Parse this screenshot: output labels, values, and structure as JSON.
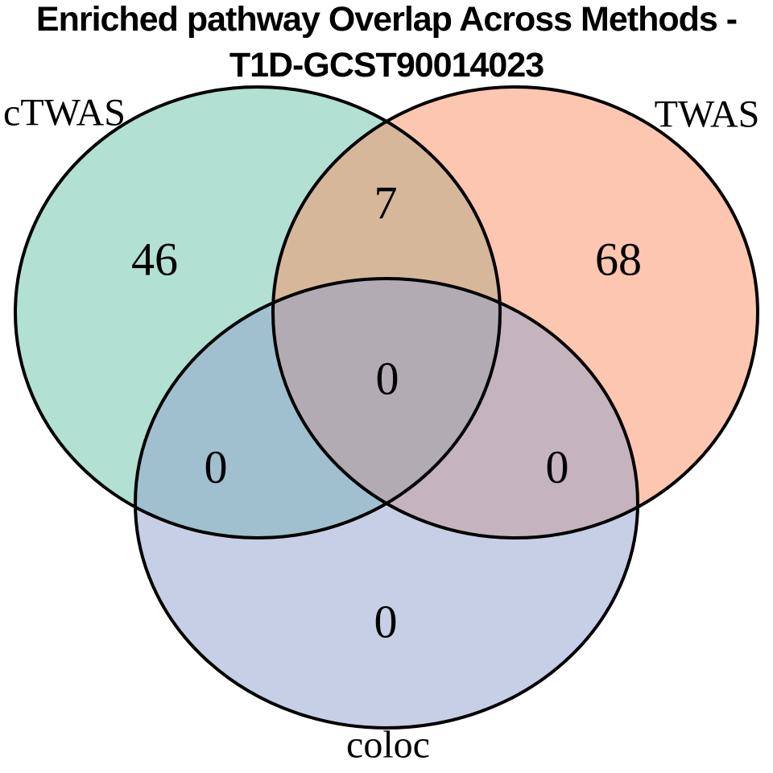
{
  "title": {
    "line1": "Enriched pathway Overlap Across Methods -",
    "line2": "T1D-GCST90014023"
  },
  "chart_data": {
    "type": "venn",
    "title": "Enriched pathway Overlap Across Methods - T1D-GCST90014023",
    "sets": [
      "cTWAS",
      "TWAS",
      "coloc"
    ],
    "regions": [
      {
        "sets": [
          "cTWAS"
        ],
        "value": 46
      },
      {
        "sets": [
          "TWAS"
        ],
        "value": 68
      },
      {
        "sets": [
          "coloc"
        ],
        "value": 0
      },
      {
        "sets": [
          "cTWAS",
          "TWAS"
        ],
        "value": 7
      },
      {
        "sets": [
          "cTWAS",
          "coloc"
        ],
        "value": 0
      },
      {
        "sets": [
          "TWAS",
          "coloc"
        ],
        "value": 0
      },
      {
        "sets": [
          "cTWAS",
          "TWAS",
          "coloc"
        ],
        "value": 0
      }
    ],
    "colors": {
      "cTWAS": "#66C2A5",
      "TWAS": "#FC8D62",
      "coloc": "#8DA0CB",
      "outline": "#000000",
      "fill_opacity": 0.5
    },
    "legend_position": "circle-adjacent-labels",
    "grid": false
  }
}
